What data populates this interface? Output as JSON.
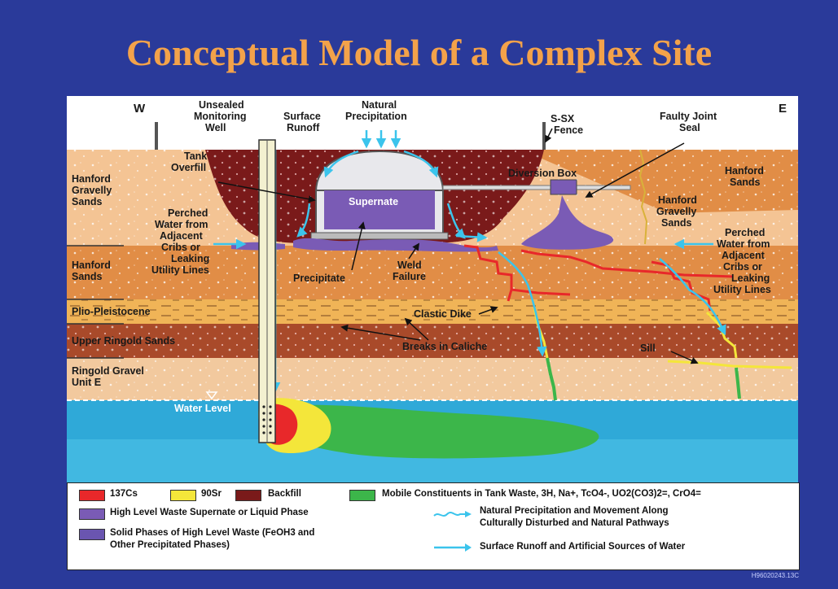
{
  "title": "Conceptual Model of a Complex Site",
  "compass": {
    "west": "W",
    "east": "E"
  },
  "labels": {
    "unsealed_well": [
      "Unsealed",
      "Monitoring",
      "Well"
    ],
    "surface_runoff": [
      "Surface",
      "Runoff"
    ],
    "natural_precip": [
      "Natural",
      "Precipitation"
    ],
    "ssx_fence": [
      "S-SX",
      "Fence"
    ],
    "faulty_joint": [
      "Faulty Joint",
      "Seal"
    ],
    "tank_overfill": [
      "Tank",
      "Overfill"
    ],
    "diversion_box": "Diversion Box",
    "supernate": "Supernate",
    "precipitate": "Precipitate",
    "weld_failure": [
      "Weld",
      "Failure"
    ],
    "clastic_dike": "Clastic Dike",
    "breaks_in_caliche": "Breaks in Caliche",
    "sill": "Sill",
    "water_level": "Water Level",
    "perched_water_left": [
      "Perched",
      "Water from",
      "Adjacent",
      "Cribs or",
      "Leaking",
      "Utility Lines"
    ],
    "perched_water_right": [
      "Perched",
      "Water from",
      "Adjacent",
      "Cribs or",
      "Leaking",
      "Utility Lines"
    ]
  },
  "layers_left": [
    [
      "Hanford",
      "Gravelly",
      "Sands"
    ],
    [
      "Hanford",
      "Sands"
    ],
    [
      "Plio-Pleistocene"
    ],
    [
      "Upper Ringold Sands"
    ],
    [
      "Ringold Gravel",
      "Unit E"
    ]
  ],
  "layers_right": {
    "hanford_sands": [
      "Hanford",
      "Sands"
    ],
    "hanford_gravelly": [
      "Hanford",
      "Gravelly",
      "Sands"
    ]
  },
  "legend": {
    "cs": "137Cs",
    "sr": "90Sr",
    "backfill": "Backfill",
    "mobile": "Mobile Constituents in Tank Waste, 3H, Na+, TcO4-, UO2(CO3)2=, CrO4=",
    "hlw_supernate": "High Level Waste Supernate or Liquid Phase",
    "solid_phases_1": "Solid Phases of High Level Waste (FeOH3 and",
    "solid_phases_2": "Other Precipitated Phases)",
    "natural_movement_1": "Natural Precipitation and Movement Along",
    "natural_movement_2": "Culturally Disturbed and Natural Pathways",
    "surface_runoff_artificial": "Surface Runoff and Artificial Sources of Water"
  },
  "figure_code": "H96020243.13C",
  "colors": {
    "background": "#2a3a9a",
    "title": "#f3a24a",
    "cs137": "#e8282a",
    "sr90": "#f4e63a",
    "backfill": "#7a1a1a",
    "mobile": "#3cb64a",
    "supernate": "#7a5bb5",
    "water": "#2fa9d8",
    "sky": "#ffffff"
  }
}
